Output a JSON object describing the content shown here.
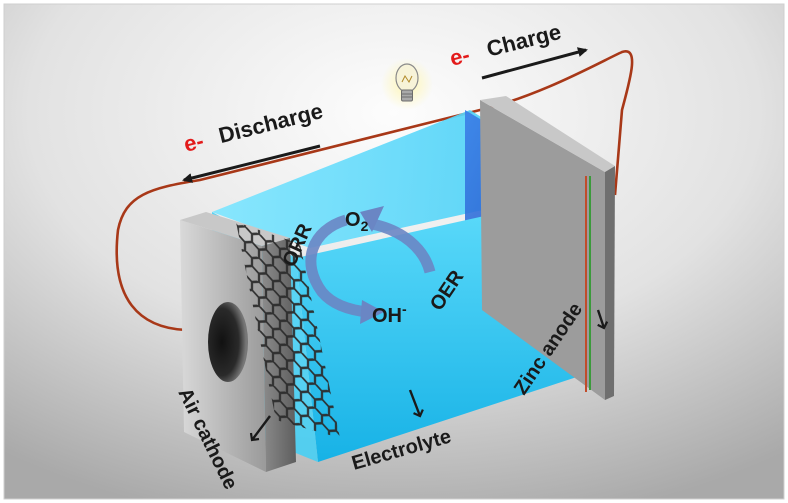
{
  "labels": {
    "e_charge": "e-",
    "charge": "Charge",
    "e_discharge": "e-",
    "discharge": "Discharge",
    "orr": "ORR",
    "o2": "O",
    "o2_sub": "2",
    "oh": "OH",
    "oh_sup": "-",
    "oer": "OER",
    "air_cathode": "Air cathode",
    "electrolyte": "Electrolyte",
    "zinc_anode": "Zinc anode"
  },
  "colors": {
    "electrolyte_fill": "#27c3f0",
    "anode_fill": "#1f5fd6",
    "wire": "#a83818",
    "arrow_cycle": "#6a86c4",
    "text_red": "#e31b1b"
  },
  "icons": [
    "lightbulb-icon",
    "graphene-mesh-icon",
    "cycle-arrow-icon"
  ]
}
